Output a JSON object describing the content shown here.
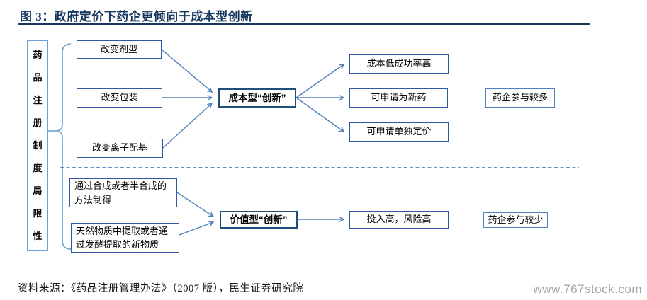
{
  "title": {
    "label": "图 3：政府定价下药企更倾向于成本型创新"
  },
  "diagram": {
    "side_label": "药品注册制度局限性",
    "top_group": {
      "inputs": [
        "改变剂型",
        "改变包装",
        "改变离子配基"
      ],
      "hub": "成本型“创新”",
      "outcomes": [
        "成本低成功率高",
        "可申请为新药",
        "可申请单独定价"
      ],
      "result": "药企参与较多"
    },
    "bottom_group": {
      "inputs": [
        "通过合成或者半合成的方法制得",
        "天然物质中提取或者通过发酵提取的新物质"
      ],
      "hub": "价值型“创新”",
      "outcomes": [
        "投入高，风险高"
      ],
      "result": "药企参与较少"
    }
  },
  "footer": {
    "source": "资料来源：《药品注册管理办法》（2007 版），民生证券研究院",
    "watermark": "www.767stock.com"
  },
  "colors": {
    "title_navy": "#17375e",
    "box_border_blue": "#2e5b9f",
    "hub_border_navy": "#1f4e79",
    "line_blue": "#4f81bd",
    "watermark_gray": "#a3a3a3"
  }
}
